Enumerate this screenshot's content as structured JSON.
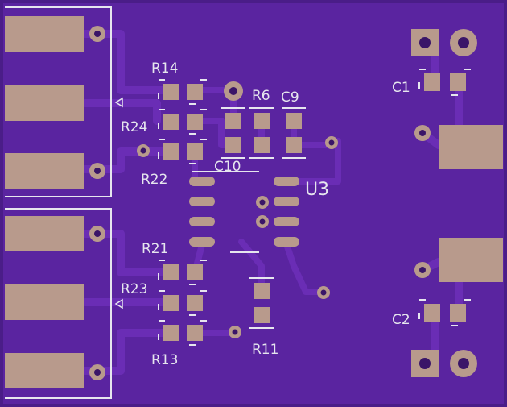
{
  "board": {
    "colors": {
      "background": "#4a1d88",
      "copper_pour": "#5a24a0",
      "trace": "#6a2db5",
      "pad": "#b89a8c",
      "silkscreen": "#e6e6ee",
      "drill": "#3a1568"
    }
  },
  "labels": {
    "R14": "R14",
    "R24": "R24",
    "R22": "R22",
    "R6": "R6",
    "C9": "C9",
    "C10": "C10",
    "U3": "U3",
    "C1": "C1",
    "C2": "C2",
    "R21": "R21",
    "R23": "R23",
    "R13": "R13",
    "R11": "R11"
  }
}
